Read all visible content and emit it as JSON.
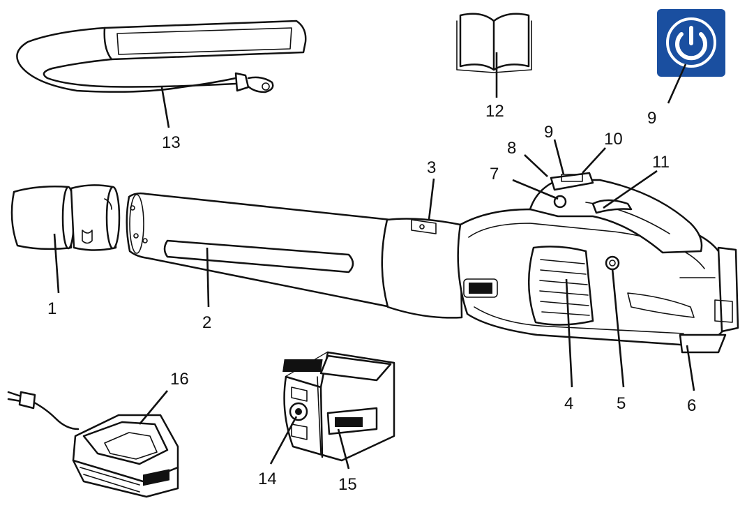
{
  "labels": {
    "n1": "1",
    "n2": "2",
    "n3": "3",
    "n4": "4",
    "n5": "5",
    "n6": "6",
    "n7": "7",
    "n8": "8",
    "n9a": "9",
    "n9b": "9",
    "n10": "10",
    "n11": "11",
    "n12": "12",
    "n13": "13",
    "n14": "14",
    "n15": "15",
    "n16": "16"
  },
  "colors": {
    "power_badge": "#1a4fa0",
    "line": "#111111"
  },
  "icons": {
    "power_badge": "power-icon",
    "manual": "open-book-icon"
  }
}
